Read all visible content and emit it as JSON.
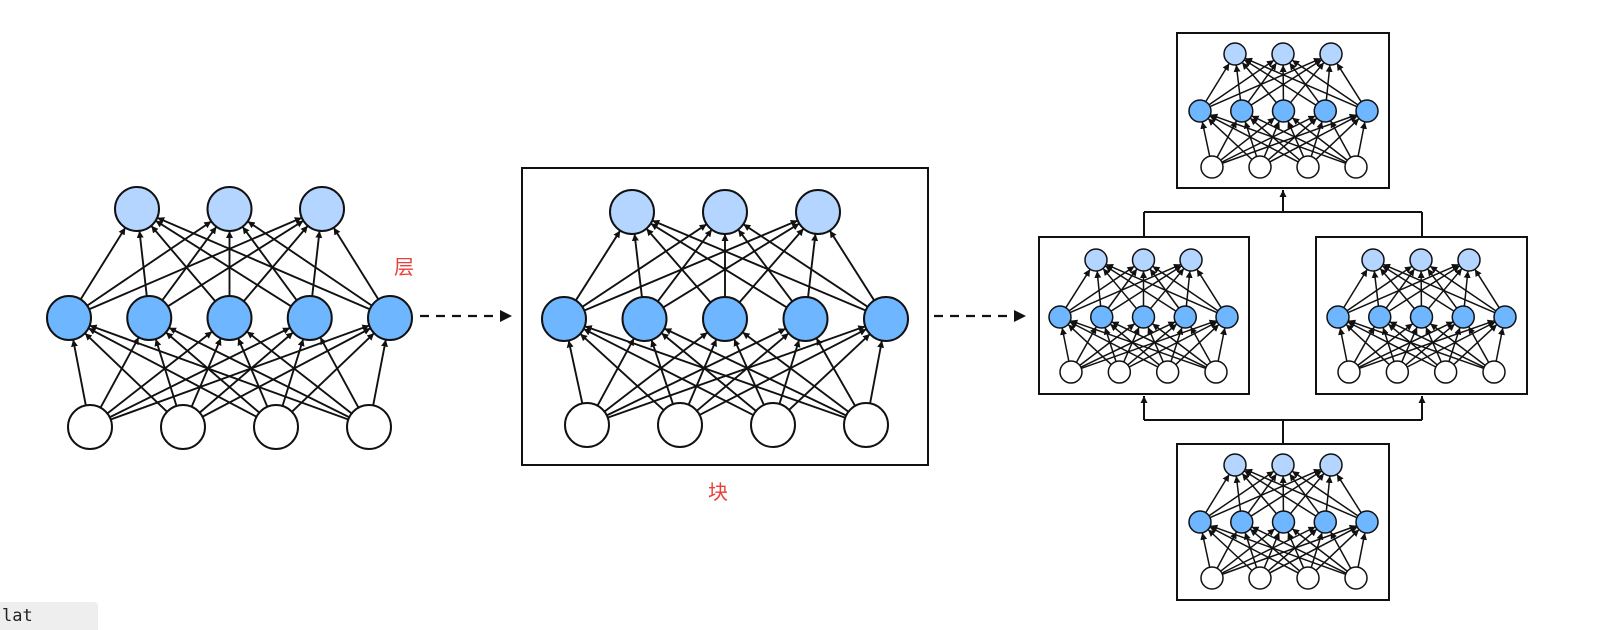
{
  "labels": {
    "layer": "层",
    "block": "块",
    "cut_text": "lat"
  },
  "colors": {
    "input_fill": "#ffffff",
    "hidden_fill": "#6eb6ff",
    "output_fill": "#b4d5ff",
    "stroke": "#111111",
    "label": "#e8413a"
  },
  "network": {
    "input_count": 4,
    "hidden_count": 5,
    "output_count": 3
  }
}
